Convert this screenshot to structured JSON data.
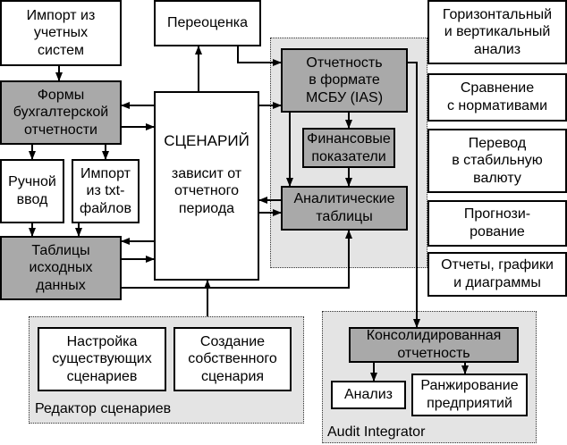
{
  "regions": {
    "ias_area": {},
    "scenario_editor": {
      "label": "Редактор сценариев"
    },
    "audit_integrator": {
      "label": "Audit Integrator"
    }
  },
  "boxes": {
    "import_accounting": "Импорт из\nучетных\nсистем",
    "reporting_forms": "Формы\nбухгалтерской\nотчетности",
    "manual_input": "Ручной\nввод",
    "import_txt": "Импорт\nиз txt-\nфайлов",
    "source_tables": "Таблицы\nисходных\nданных",
    "revaluation": "Переоценка",
    "scenario_title": "СЦЕНАРИЙ",
    "scenario_text": "зависит от\nотчетного\nпериода",
    "ias_reporting": "Отчетность\nв формате\nМСБУ (IAS)",
    "financial_indicators": "Финансовые\nпоказатели",
    "analytical_tables": "Аналитические\nтаблицы",
    "horizontal_vertical": "Горизонтальный\nи вертикальный\nанализ",
    "norm_comparison": "Сравнение\nс нормативами",
    "stable_currency": "Перевод\nв стабильную\nвалюту",
    "forecasting": "Прогнози-\nрование",
    "reports_charts": "Отчеты, графики\nи диаграммы",
    "setup_scenarios": "Настройка\nсуществующих\nсценариев",
    "create_scenario": "Создание\nсобственного\nсценария",
    "consolidated": "Консолидированная\nотчетность",
    "analysis": "Анализ",
    "ranking": "Ранжирование\nпредприятий"
  }
}
